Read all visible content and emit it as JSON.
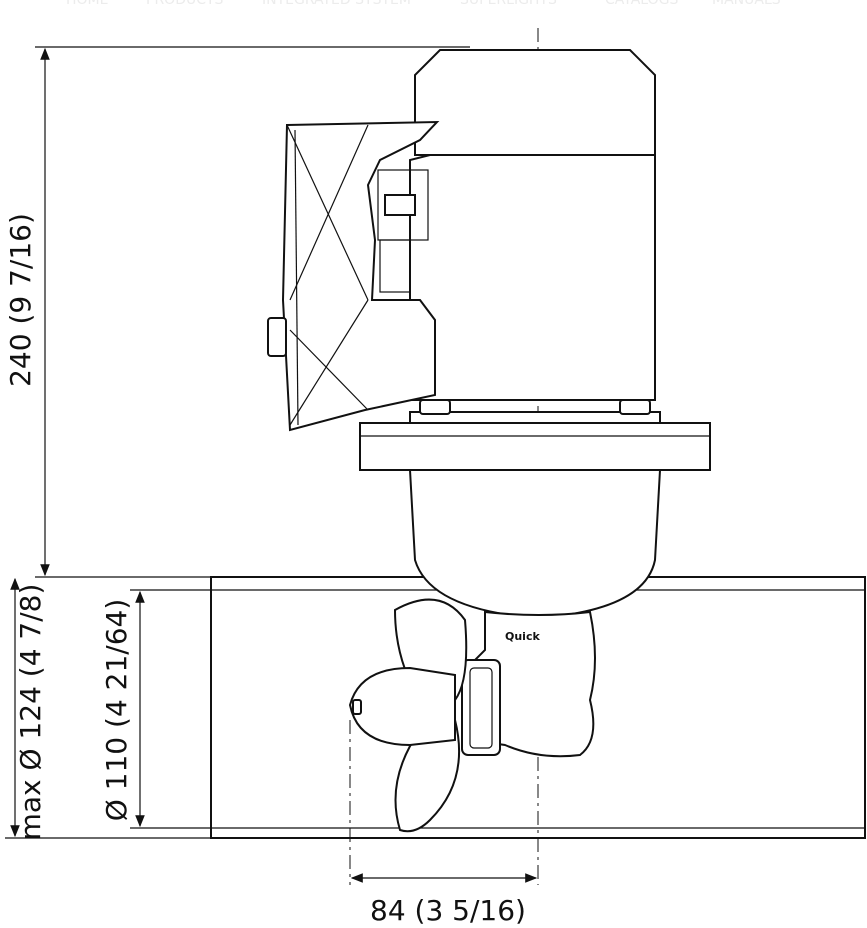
{
  "nav": [
    "HOME",
    "PRODUCTS",
    "INTEGRATED SYSTEM",
    "SUPERLIGHTS",
    "CATALOGS",
    "MANUALS"
  ],
  "dimensions": {
    "height": "240 (9 7/16)",
    "tunnel_max": "max Ø 124 (4 7/8)",
    "tunnel_inner": "Ø 110 (4 21/64)",
    "offset": "84 (3 5/16)"
  },
  "logo_text": "Quick"
}
